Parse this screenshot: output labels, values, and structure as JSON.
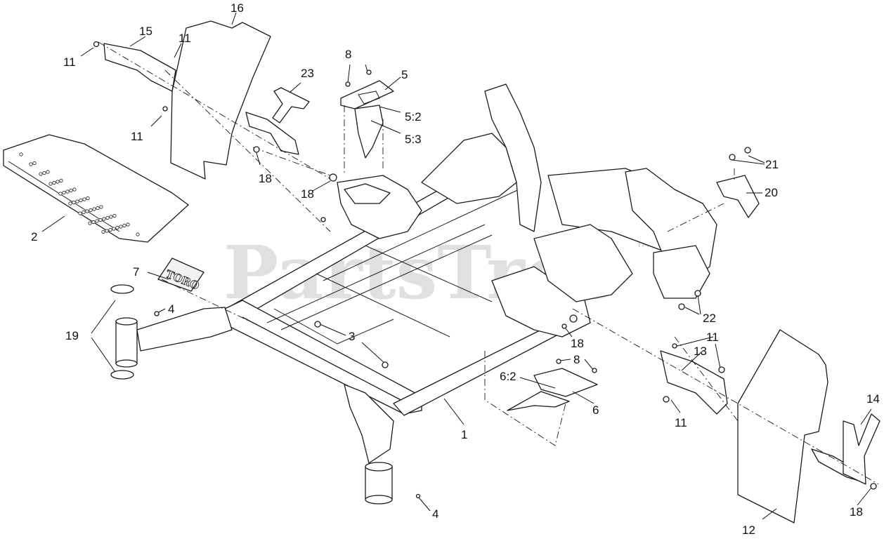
{
  "watermark": {
    "text": "PartsTree",
    "trademark": "TM"
  },
  "logo": {
    "text": "TORO"
  },
  "callouts": {
    "p1": "1",
    "p2": "2",
    "p3": "3",
    "p4a": "4",
    "p4b": "4",
    "p5": "5",
    "p5_2": "5:2",
    "p5_3": "5:3",
    "p6": "6",
    "p6_2": "6:2",
    "p7": "7",
    "p8a": "8",
    "p8b": "8",
    "p11a": "11",
    "p11b": "11",
    "p11c": "11",
    "p11d": "11",
    "p11e": "11",
    "p12": "12",
    "p13": "13",
    "p14": "14",
    "p15": "15",
    "p16": "16",
    "p18a": "18",
    "p18b": "18",
    "p18c": "18",
    "p18d": "18",
    "p19": "19",
    "p20": "20",
    "p21": "21",
    "p22": "22",
    "p23": "23"
  }
}
